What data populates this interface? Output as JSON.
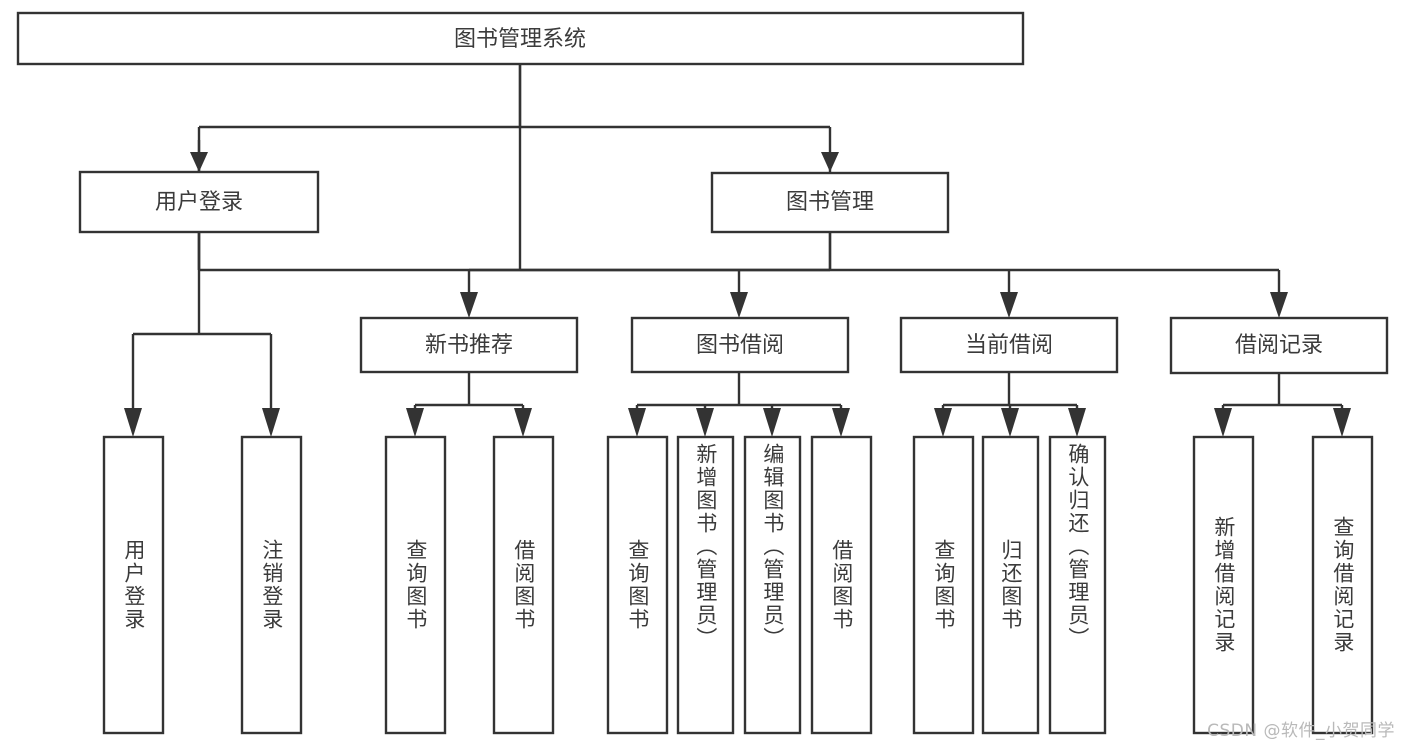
{
  "diagram": {
    "type": "tree-hierarchy",
    "title": "图书管理系统",
    "root": {
      "id": "root",
      "label": "图书管理系统",
      "orientation": "horizontal"
    },
    "level2": [
      {
        "id": "user-login",
        "label": "用户登录",
        "orientation": "horizontal"
      },
      {
        "id": "book-manage",
        "label": "图书管理",
        "orientation": "horizontal"
      }
    ],
    "level3": [
      {
        "id": "new-book-recommend",
        "label": "新书推荐",
        "orientation": "horizontal",
        "parent": "book-manage"
      },
      {
        "id": "book-borrow",
        "label": "图书借阅",
        "orientation": "horizontal",
        "parent": "book-manage"
      },
      {
        "id": "current-borrow",
        "label": "当前借阅",
        "orientation": "horizontal",
        "parent": "book-manage"
      },
      {
        "id": "borrow-record",
        "label": "借阅记录",
        "orientation": "horizontal",
        "parent": "book-manage"
      }
    ],
    "leaves": [
      {
        "id": "leaf-user-login",
        "label": "用户登录",
        "orientation": "vertical",
        "parent": "user-login"
      },
      {
        "id": "leaf-user-logout",
        "label": "注销登录",
        "orientation": "vertical",
        "parent": "user-login"
      },
      {
        "id": "leaf-query-book-1",
        "label": "查询图书",
        "orientation": "vertical",
        "parent": "new-book-recommend"
      },
      {
        "id": "leaf-borrow-book-1",
        "label": "借阅图书",
        "orientation": "vertical",
        "parent": "new-book-recommend"
      },
      {
        "id": "leaf-query-book-2",
        "label": "查询图书",
        "orientation": "vertical",
        "parent": "book-borrow"
      },
      {
        "id": "leaf-add-book",
        "label": "新增图书（管理员）",
        "orientation": "vertical",
        "parent": "book-borrow"
      },
      {
        "id": "leaf-edit-book",
        "label": "编辑图书（管理员）",
        "orientation": "vertical",
        "parent": "book-borrow"
      },
      {
        "id": "leaf-borrow-book-2",
        "label": "借阅图书",
        "orientation": "vertical",
        "parent": "book-borrow"
      },
      {
        "id": "leaf-query-book-3",
        "label": "查询图书",
        "orientation": "vertical",
        "parent": "current-borrow"
      },
      {
        "id": "leaf-return-book",
        "label": "归还图书",
        "orientation": "vertical",
        "parent": "current-borrow"
      },
      {
        "id": "leaf-confirm-return",
        "label": "确认归还（管理员）",
        "orientation": "vertical",
        "parent": "current-borrow"
      },
      {
        "id": "leaf-add-record",
        "label": "新增借阅记录",
        "orientation": "vertical",
        "parent": "borrow-record"
      },
      {
        "id": "leaf-query-record",
        "label": "查询借阅记录",
        "orientation": "vertical",
        "parent": "borrow-record"
      }
    ],
    "colors": {
      "background": "#ffffff",
      "box_fill": "#ffffff",
      "box_stroke": "#333333",
      "text": "#3b3b3b",
      "watermark": "#b9b9b9"
    }
  },
  "watermark": {
    "text": "CSDN @软件_小贺同学"
  }
}
